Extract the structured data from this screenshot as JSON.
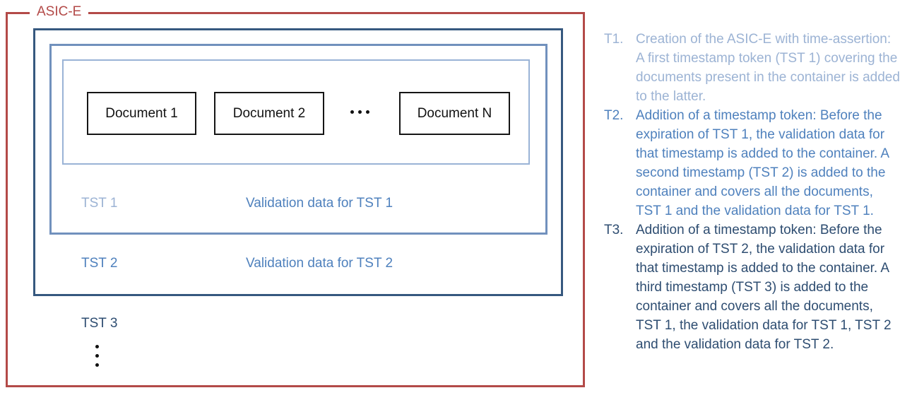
{
  "container": {
    "label": "ASIC-E",
    "documents": [
      "Document 1",
      "Document 2",
      "Document N"
    ],
    "tst_rows": [
      {
        "label": "TST 1",
        "validation": "Validation data for TST 1"
      },
      {
        "label": "TST 2",
        "validation": "Validation data for TST 2"
      },
      {
        "label": "TST 3",
        "validation": ""
      }
    ]
  },
  "icons": {
    "documents_more": "horizontal-ellipsis-icon",
    "tst_more": "vertical-ellipsis-icon"
  },
  "timeline": {
    "items": [
      {
        "label": "T1.",
        "text": "Creation of the ASIC-E with time-assertion: A first timestamp token (TST 1) covering the documents present in the container is added to the latter."
      },
      {
        "label": "T2.",
        "text": "Addition of a timestamp token: Before the expiration of TST 1, the validation data for that timestamp is added to the container. A second timestamp (TST 2) is added to the container and covers all the documents, TST 1 and the validation data for TST 1."
      },
      {
        "label": "T3.",
        "text": "Addition of a timestamp token: Before the expiration of TST 2, the validation data for that timestamp is added to the container. A third timestamp (TST 3) is added to the container and covers all the documents, TST 1, the validation data for TST 1, TST 2 and the validation data for TST 2."
      }
    ]
  },
  "colors": {
    "asice_frame_red": "#b34a48",
    "tst3_box_dark_blue": "#36587f",
    "tst2_box_mid_blue": "#7191bd",
    "documents_box_light_blue": "#9ab3d6",
    "text_light_blue": "#9cb3d4",
    "text_mid_blue": "#4f81bd",
    "text_dark_blue": "#2e4d71",
    "document_border_black": "#151515"
  }
}
